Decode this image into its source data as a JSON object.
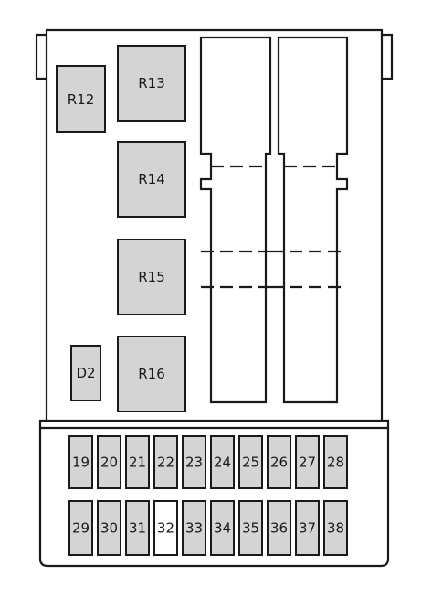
{
  "relays": [
    {
      "id": "r12",
      "label": "R12"
    },
    {
      "id": "r13",
      "label": "R13"
    },
    {
      "id": "r14",
      "label": "R14"
    },
    {
      "id": "r15",
      "label": "R15"
    },
    {
      "id": "r16",
      "label": "R16"
    }
  ],
  "diode": {
    "id": "d2",
    "label": "D2"
  },
  "fuses_row1": [
    {
      "label": "19",
      "state": "fitted"
    },
    {
      "label": "20",
      "state": "fitted"
    },
    {
      "label": "21",
      "state": "fitted"
    },
    {
      "label": "22",
      "state": "fitted"
    },
    {
      "label": "23",
      "state": "fitted"
    },
    {
      "label": "24",
      "state": "fitted"
    },
    {
      "label": "25",
      "state": "fitted"
    },
    {
      "label": "26",
      "state": "fitted"
    },
    {
      "label": "27",
      "state": "fitted"
    },
    {
      "label": "28",
      "state": "fitted"
    }
  ],
  "fuses_row2": [
    {
      "label": "29",
      "state": "fitted"
    },
    {
      "label": "30",
      "state": "fitted"
    },
    {
      "label": "31",
      "state": "fitted"
    },
    {
      "label": "32",
      "state": "empty"
    },
    {
      "label": "33",
      "state": "fitted"
    },
    {
      "label": "34",
      "state": "fitted"
    },
    {
      "label": "35",
      "state": "fitted"
    },
    {
      "label": "36",
      "state": "fitted"
    },
    {
      "label": "37",
      "state": "fitted"
    },
    {
      "label": "38",
      "state": "fitted"
    }
  ],
  "colors": {
    "outline": "#1a1a1a",
    "component_fill": "#d4d4d4",
    "empty_fill": "#ffffff",
    "background": "#ffffff"
  }
}
